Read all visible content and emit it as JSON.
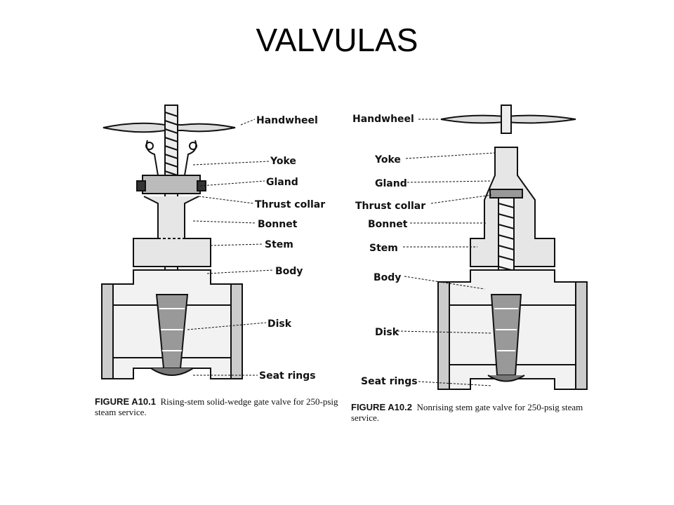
{
  "title": "VALVULAS",
  "figure_1": {
    "labels": {
      "handwheel": "Handwheel",
      "yoke": "Yoke",
      "gland": "Gland",
      "thrust_collar": "Thrust collar",
      "bonnet": "Bonnet",
      "stem": "Stem",
      "body": "Body",
      "disk": "Disk",
      "seat_rings": "Seat rings"
    },
    "caption_id": "FIGURE A10.1",
    "caption_text": "Rising-stem solid-wedge gate valve for 250-psig steam service."
  },
  "figure_2": {
    "labels": {
      "handwheel": "Handwheel",
      "yoke": "Yoke",
      "gland": "Gland",
      "thrust_collar": "Thrust collar",
      "bonnet": "Bonnet",
      "stem": "Stem",
      "body": "Body",
      "disk": "Disk",
      "seat_rings": "Seat rings"
    },
    "caption_id": "FIGURE A10.2",
    "caption_text": "Nonrising stem gate valve for 250-psig steam service."
  }
}
